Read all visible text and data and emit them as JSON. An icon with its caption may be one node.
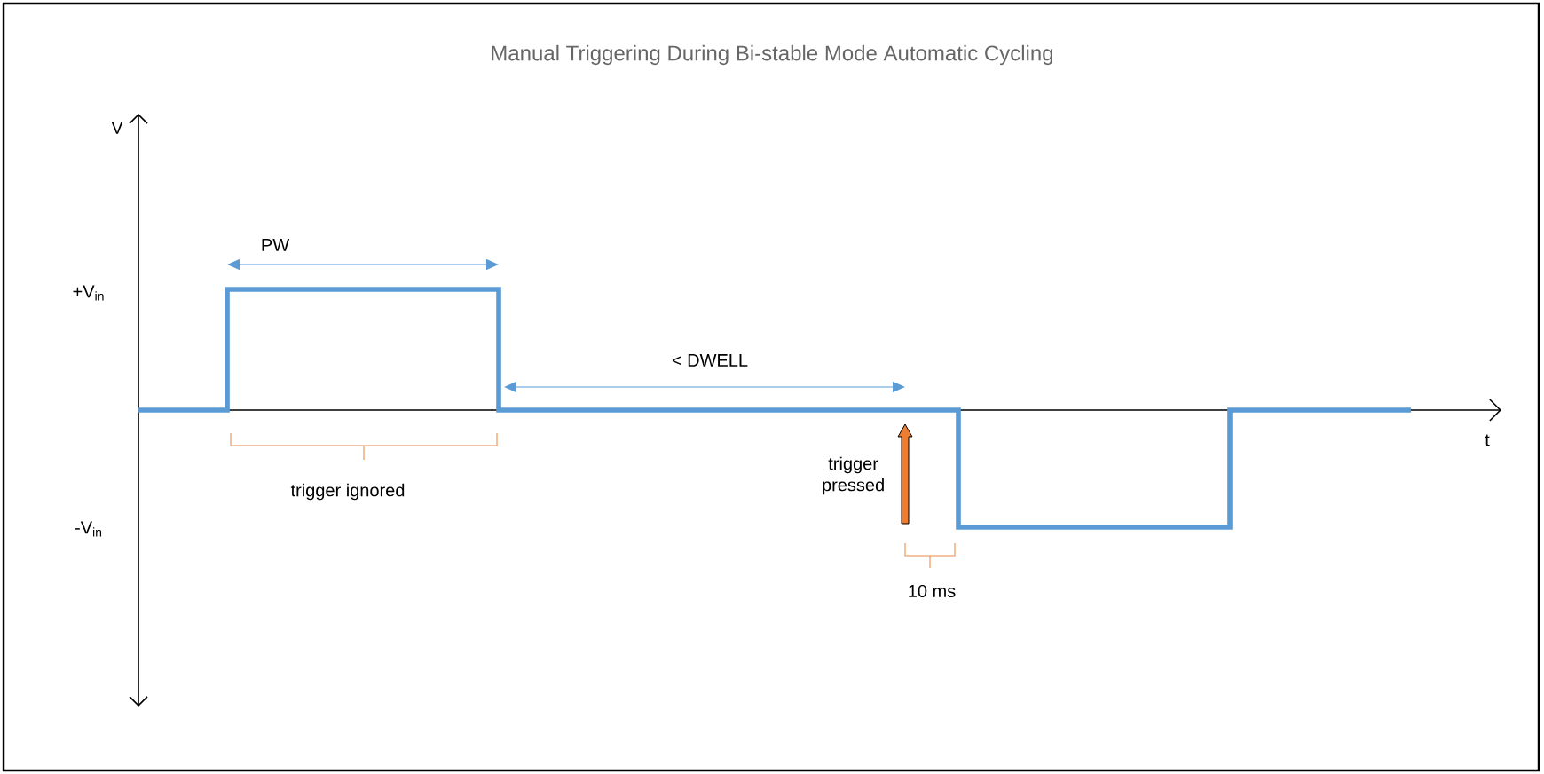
{
  "diagram": {
    "title": "Manual Triggering During Bi-stable Mode Automatic Cycling",
    "labels": [
      "V",
      "+V$_{in}$",
      "PW",
      "< DWELL",
      "t",
      "-V$_{in}$",
      "trigger ignored",
      "trigger pressed",
      "10 ms"
    ]
  }
}
